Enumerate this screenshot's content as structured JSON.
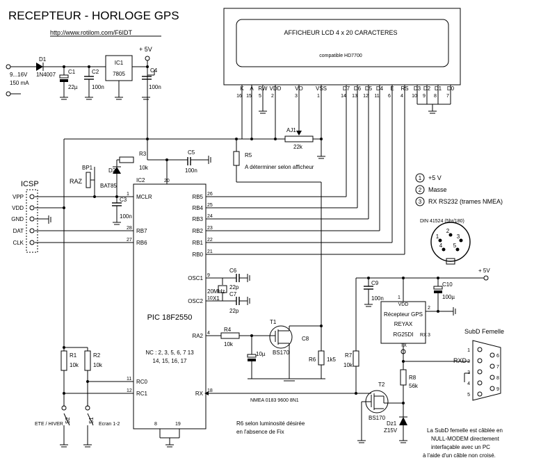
{
  "title": "RECEPTEUR - HORLOGE  GPS",
  "url": "http://www.rotilom.com/F6IDT",
  "lcd": {
    "title": "AFFICHEUR LCD 4 x 20 CARACTERES",
    "subtitle": "compatible HD7700",
    "pin_names": [
      "K",
      "A",
      "RW",
      "VDD",
      "VO",
      "VSS",
      "D7",
      "D6",
      "D5",
      "D4",
      "E",
      "RS",
      "D3",
      "D2",
      "D1",
      "D0"
    ],
    "pin_numbers": [
      "16",
      "15",
      "5",
      "2",
      "3",
      "1",
      "14",
      "13",
      "12",
      "11",
      "6",
      "4",
      "10",
      "9",
      "8",
      "7"
    ]
  },
  "power": {
    "input_voltage": "9...16V",
    "input_current": "150 mA",
    "plus5v": "+ 5V",
    "d1_name": "D1",
    "d1_part": "1N4007",
    "c1_name": "C1",
    "c1_value": "22µ",
    "c2_name": "C2",
    "c2_value": "100n",
    "ic1_name": "IC1",
    "ic1_part": "7805",
    "c4_name": "C4",
    "c4_value": "100n"
  },
  "pic": {
    "name": "IC2",
    "part": "PIC 18F2550",
    "nc_line1": "NC : 2, 3, 5, 6, 7 13",
    "nc_line2": "14, 15, 16, 17",
    "left_pins": [
      {
        "num": "1",
        "label": "MCLR"
      },
      {
        "num": "28",
        "label": "RB7"
      },
      {
        "num": "27",
        "label": "RB6"
      },
      {
        "num": "11",
        "label": "RC0"
      },
      {
        "num": "12",
        "label": "RC1"
      }
    ],
    "right_pins": [
      {
        "num": "26",
        "label": "RB5"
      },
      {
        "num": "25",
        "label": "RB4"
      },
      {
        "num": "24",
        "label": "RB3"
      },
      {
        "num": "23",
        "label": "RB2"
      },
      {
        "num": "22",
        "label": "RB1"
      },
      {
        "num": "21",
        "label": "RB0"
      },
      {
        "num": "9",
        "label": "OSC1"
      },
      {
        "num": "10",
        "label": "OSC2"
      },
      {
        "num": "4",
        "label": "RA2"
      },
      {
        "num": "18",
        "label": "RX"
      }
    ],
    "top_pin": "20",
    "bottom_pins": [
      "8",
      "19"
    ]
  },
  "icsp": {
    "title": "ICSP",
    "pins": [
      "VPP",
      "VDD",
      "GND",
      "DAT",
      "CLK"
    ]
  },
  "parts": {
    "bp1": "BP1",
    "raz": "RAZ",
    "d2_name": "D2",
    "d2_part": "BAT85",
    "r3_name": "R3",
    "r3_value": "10k",
    "c5_name": "C5",
    "c5_value": "100n",
    "c3_name": "C3",
    "c3_value": "100n",
    "r5_name": "R5",
    "r5_note": "A déterminer selon afficheur",
    "aj1_name": "AJ1",
    "aj1_value": "22k",
    "c6_name": "C6",
    "c6_value": "22p",
    "c7_name": "C7",
    "c7_value": "22p",
    "x1_name": "X1",
    "x1_freq": "20MHz",
    "r4_name": "R4",
    "r4_value": "10k",
    "t1_name": "T1",
    "t1_part": "BS170",
    "c8_name": "C8",
    "c8_value": "10µ",
    "r6_name": "R6",
    "r6_value": "1k5",
    "r1_name": "R1",
    "r1_value": "10k",
    "r2_name": "R2",
    "r2_value": "10k",
    "s2_name": "S2",
    "s2_label": "ETE / HIVER",
    "s1_name": "S1",
    "s1_label": "Ecran 1-2",
    "r7_name": "R7",
    "r7_value": "10k",
    "r8_name": "R8",
    "r8_value": "56k",
    "t2_name": "T2",
    "t2_part": "BS170",
    "dz1_name": "Dz1",
    "dz1_value": "Z15V",
    "c9_name": "C9",
    "c9_value": "100n",
    "c10_name": "C10",
    "c10_value": "100µ",
    "gps_plus5v": "+ 5V"
  },
  "gps": {
    "title": "Récepteur GPS",
    "brand": "REYAX",
    "model": "RG25DI",
    "vdd": "VDD",
    "rx": "RX",
    "tx": "TX",
    "pin1": "1",
    "pin2": "2",
    "pin3": "3"
  },
  "nmea_line": "NMEA 0183 9600 8N1",
  "rxd": "RXD",
  "din": {
    "title": "DIN 41524  (5br/180)",
    "pins": [
      "1",
      "2",
      "3",
      "4",
      "5"
    ],
    "legend": [
      {
        "num": "1",
        "text": "+5 V"
      },
      {
        "num": "2",
        "text": "Masse"
      },
      {
        "num": "3",
        "text": "RX RS232 (trames NMEA)"
      }
    ]
  },
  "subd": {
    "title": "SubD Femelle",
    "pins_left": [
      "1",
      "2",
      "3",
      "4",
      "5"
    ],
    "pins_right": [
      "6",
      "7",
      "8",
      "9"
    ]
  },
  "notes": {
    "r6_note1": "R6 selon luminosité désirée",
    "r6_note2": "en l'absence de Fix",
    "subd_note1": "La SubD femelle est câblée en",
    "subd_note2": "NULL-MODEM directement",
    "subd_note3": "interfaçable avec un PC",
    "subd_note4": "à l'aide d'un câble non croisé."
  }
}
